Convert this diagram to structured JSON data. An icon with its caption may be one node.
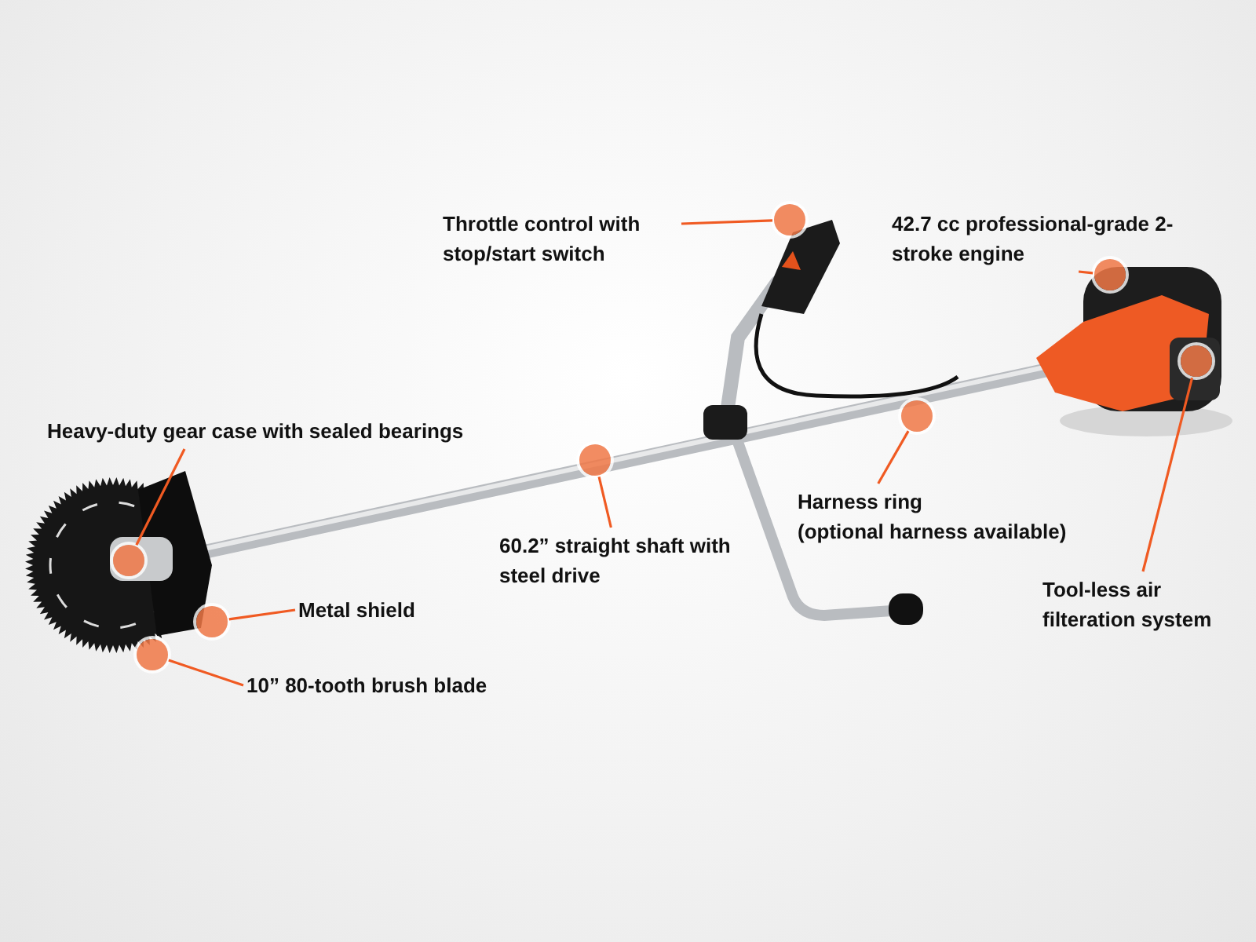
{
  "diagram": {
    "nodes": [
      {
        "text": [
          "Throttle control with stop/start switch"
        ]
      },
      {
        "text": [
          "42.7 cc professional-grade 2-stroke engine"
        ]
      },
      {
        "text": [
          "Heavy-duty gear case with sealed bearings"
        ]
      },
      {
        "text": [
          "60.2” straight shaft with steel drive"
        ]
      },
      {
        "text": [
          "Harness ring",
          "(optional harness available)"
        ]
      },
      {
        "text": [
          "Tool-less air filteration system"
        ]
      },
      {
        "text": [
          "Metal shield"
        ]
      },
      {
        "text": [
          "10” 80-tooth brush blade"
        ]
      },
      {
        "text": [],
        "shape": "circle"
      },
      {
        "text": [],
        "shape": "circle"
      },
      {
        "text": [],
        "shape": "circle"
      },
      {
        "text": [],
        "shape": "circle"
      },
      {
        "text": [],
        "shape": "circle"
      },
      {
        "text": [],
        "shape": "circle"
      },
      {
        "text": [],
        "shape": "circle"
      },
      {
        "text": [],
        "shape": "circle"
      }
    ],
    "edges": [
      {
        "from": 0,
        "to": 8,
        "arrow": "none"
      },
      {
        "from": 1,
        "to": 9,
        "arrow": "none"
      },
      {
        "from": 2,
        "to": 10,
        "arrow": "none"
      },
      {
        "from": 3,
        "to": 11,
        "arrow": "none"
      },
      {
        "from": 4,
        "to": 12,
        "arrow": "none"
      },
      {
        "from": 5,
        "to": 13,
        "arrow": "none"
      },
      {
        "from": 6,
        "to": 14,
        "arrow": "none"
      },
      {
        "from": 7,
        "to": 15,
        "arrow": "none"
      }
    ]
  }
}
